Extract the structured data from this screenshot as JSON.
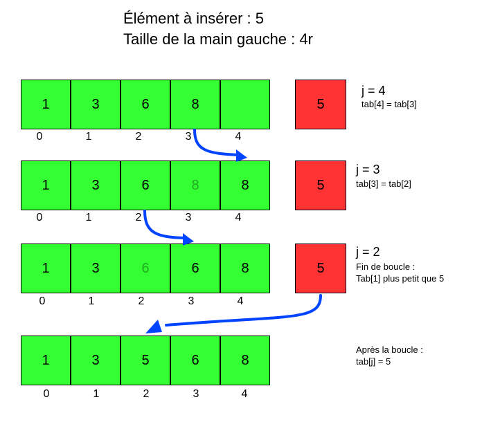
{
  "header": {
    "line1": "Élément à insérer : 5",
    "line2": "Taille de la main gauche : 4r"
  },
  "steps": [
    {
      "cells": [
        "1",
        "3",
        "6",
        "8",
        ""
      ],
      "faded_index": null,
      "indices": [
        "0",
        "1",
        "2",
        "3",
        "4"
      ],
      "key": "5",
      "note_head": "j = 4",
      "note_lines": [
        "tab[4] = tab[3]"
      ]
    },
    {
      "cells": [
        "1",
        "3",
        "6",
        "8",
        "8"
      ],
      "faded_index": 3,
      "indices": [
        "0",
        "1",
        "2",
        "3",
        "4"
      ],
      "key": "5",
      "note_head": "j = 3",
      "note_lines": [
        "tab[3] = tab[2]"
      ]
    },
    {
      "cells": [
        "1",
        "3",
        "6",
        "6",
        "8"
      ],
      "faded_index": 2,
      "indices": [
        "0",
        "1",
        "2",
        "3",
        "4"
      ],
      "key": "5",
      "note_head": "j = 2",
      "note_lines": [
        "Fin de boucle :",
        "Tab[1] plus petit que 5"
      ]
    },
    {
      "cells": [
        "1",
        "3",
        "5",
        "6",
        "8"
      ],
      "faded_index": null,
      "indices": [
        "0",
        "1",
        "2",
        "3",
        "4"
      ],
      "key": null,
      "note_head": "",
      "note_lines": [
        "Après la boucle :",
        "tab[j] = 5"
      ]
    }
  ],
  "colors": {
    "cell_fill": "#33ff33",
    "key_fill": "#ff3333",
    "arrow": "#0044ff",
    "faded_text": "#22aa22"
  }
}
